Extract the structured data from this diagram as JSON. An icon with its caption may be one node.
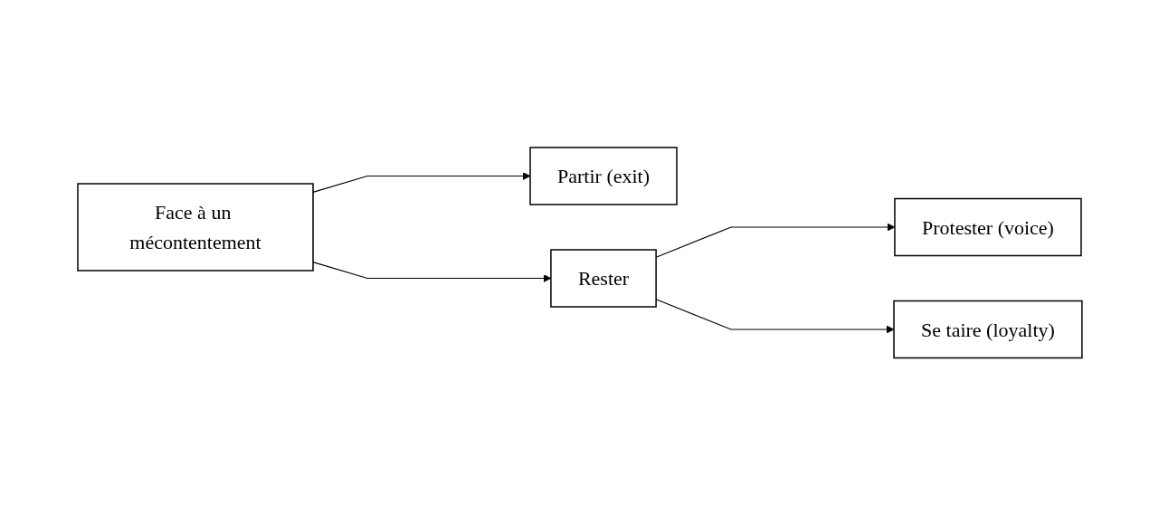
{
  "diagram": {
    "nodes": [
      {
        "text": [
          "Face à un mécontentement"
        ]
      },
      {
        "text": [
          "Partir (exit)"
        ]
      },
      {
        "text": [
          "Rester"
        ]
      },
      {
        "text": [
          "Protester (voice)"
        ]
      },
      {
        "text": [
          "Se taire (loyalty)"
        ]
      }
    ],
    "edges": [
      {
        "from": 0,
        "to": 1,
        "arrow": "to"
      },
      {
        "from": 0,
        "to": 2,
        "arrow": "to"
      },
      {
        "from": 2,
        "to": 3,
        "arrow": "to"
      },
      {
        "from": 2,
        "to": 4,
        "arrow": "to"
      }
    ]
  }
}
